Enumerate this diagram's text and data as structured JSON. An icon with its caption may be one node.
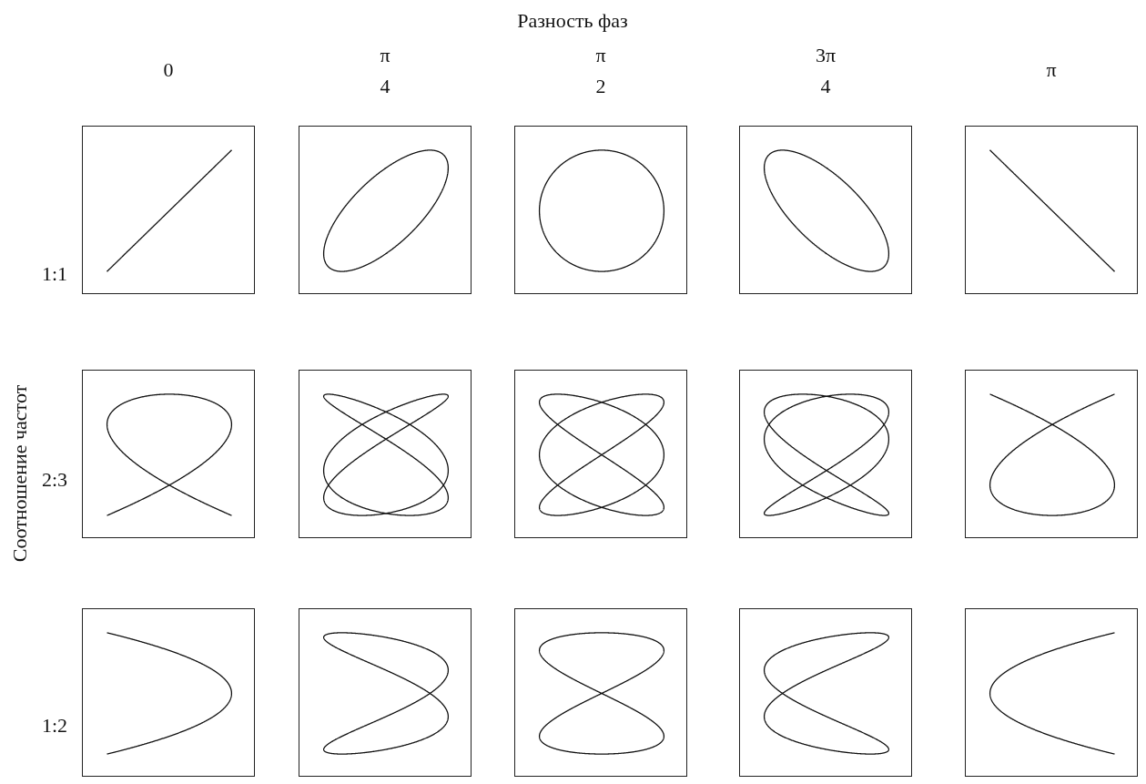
{
  "diagram": {
    "nodes": [
      {
        "text": [],
        "shape": "picture"
      },
      {
        "text": [],
        "shape": "picture"
      },
      {
        "text": [],
        "shape": "picture"
      },
      {
        "text": [],
        "shape": "picture"
      },
      {
        "text": [],
        "shape": "picture"
      },
      {
        "text": [],
        "shape": "picture"
      },
      {
        "text": [],
        "shape": "picture"
      },
      {
        "text": [],
        "shape": "picture"
      },
      {
        "text": [],
        "shape": "picture"
      },
      {
        "text": [],
        "shape": "picture"
      },
      {
        "text": [],
        "shape": "picture"
      },
      {
        "text": [],
        "shape": "picture"
      },
      {
        "text": [],
        "shape": "picture"
      },
      {
        "text": [],
        "shape": "picture"
      },
      {
        "text": [],
        "shape": "picture"
      }
    ],
    "labels": [
      "Разность фаз",
      "0",
      "π",
      "4",
      "π",
      "2",
      "3π",
      "4",
      "π",
      "Соотношение частот",
      "1:1",
      "2:3",
      "1:2"
    ]
  }
}
